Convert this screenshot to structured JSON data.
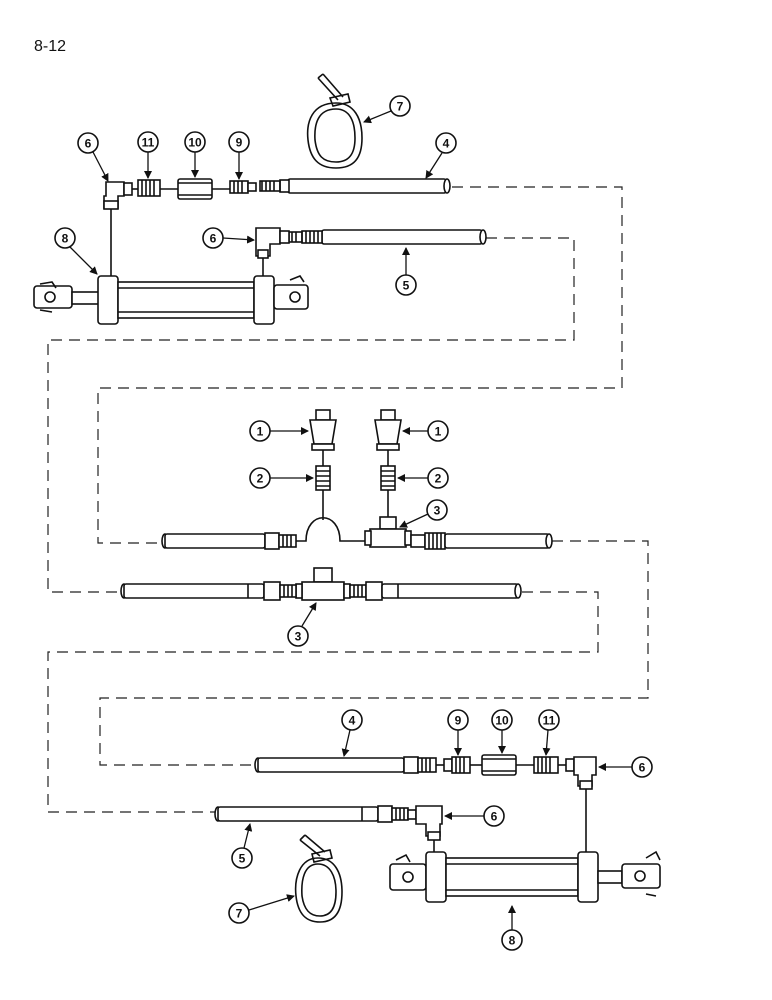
{
  "page_number": "8-12",
  "callouts": {
    "c1a": "1",
    "c1b": "1",
    "c2a": "2",
    "c2b": "2",
    "c3a": "3",
    "c3b": "3",
    "c4a": "4",
    "c4b": "4",
    "c5a": "5",
    "c5b": "5",
    "c6a": "6",
    "c6b": "6",
    "c6c": "6",
    "c6d": "6",
    "c7a": "7",
    "c7b": "7",
    "c8a": "8",
    "c8b": "8",
    "c9a": "9",
    "c9b": "9",
    "c10a": "10",
    "c10b": "10",
    "c11a": "11",
    "c11b": "11"
  }
}
